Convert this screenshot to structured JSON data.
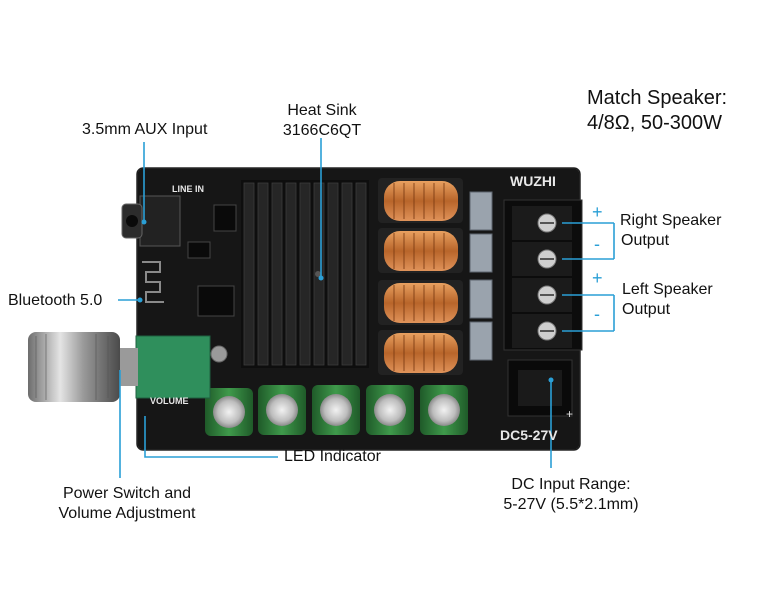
{
  "callouts": {
    "match_speaker_line1": "Match Speaker:",
    "match_speaker_line2": "4/8Ω, 50-300W",
    "heat_sink_line1": "Heat Sink",
    "heat_sink_line2": "3166C6QT",
    "aux_input": "3.5mm AUX Input",
    "bluetooth": "Bluetooth 5.0",
    "right_speaker_line1": "Right Speaker",
    "right_speaker_line2": "Output",
    "left_speaker_line1": "Left Speaker",
    "left_speaker_line2": "Output",
    "led_indicator": "LED Indicator",
    "power_switch_line1": "Power Switch and",
    "power_switch_line2": "Volume Adjustment",
    "dc_input_line1": "DC Input Range:",
    "dc_input_line2": "5-27V (5.5*2.1mm)"
  },
  "board": {
    "brand": "WUZHI",
    "line_in": "LINE IN",
    "volume": "VOLUME",
    "dc_rating": "DC5-27V",
    "plus": "+",
    "minus": "-"
  },
  "colors": {
    "pcb": "#141414",
    "heatsink": "#1c1c1c",
    "coil": "#c8783a",
    "capacitor": "#2f7d3a",
    "knob": "#b8b8b8",
    "callout_line": "#2a9fd6"
  }
}
